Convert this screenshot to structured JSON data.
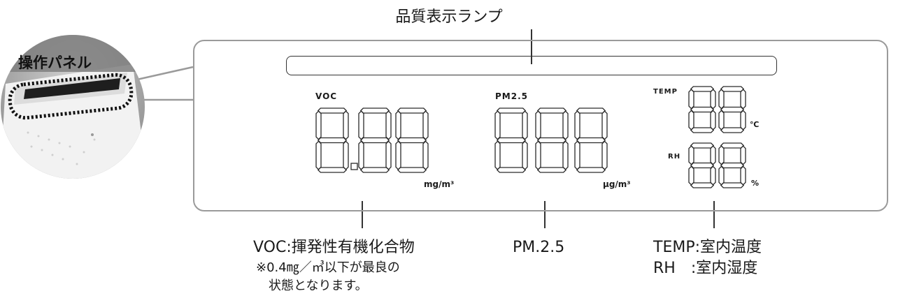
{
  "lamp_title": "品質表示ランプ",
  "inset": {
    "label": "操作パネル"
  },
  "display": {
    "voc": {
      "label": "VOC",
      "unit": "mg/m³"
    },
    "pm25": {
      "label": "PM2.5",
      "unit": "µg/m³"
    },
    "temp": {
      "label": "TEMP",
      "unit": "℃"
    },
    "rh": {
      "label": "RH",
      "unit": "%"
    }
  },
  "captions": {
    "voc_main": "VOC:揮発性有機化合物",
    "voc_note_1": "※0.4㎎／㎥以下が最良の",
    "voc_note_2": "状態となります。",
    "pm25": "PM.2.5",
    "temp": "TEMP:室内温度",
    "rh": "RH　:室内湿度"
  },
  "colors": {
    "frame": "#9a9a9a",
    "ink": "#1a1a1a",
    "outline": "#333333"
  }
}
